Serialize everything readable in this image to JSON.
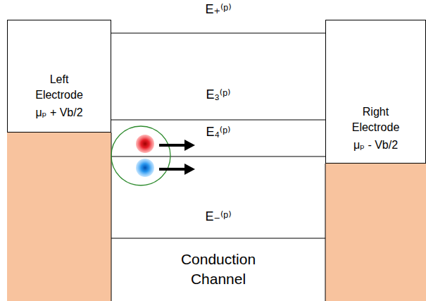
{
  "diagram": {
    "nodes": [
      {
        "text": [
          "Left Electrode",
          "μₚ + Vb/2"
        ]
      },
      {
        "text": [
          "Right Electrode",
          "μₚ - Vb/2"
        ]
      }
    ],
    "labels": [
      "E₊⁽ᵖ⁾",
      "E₃⁽ᵖ⁾",
      "E₄⁽ᵖ⁾",
      "E₋⁽ᵖ⁾",
      "Conduction Channel"
    ]
  }
}
